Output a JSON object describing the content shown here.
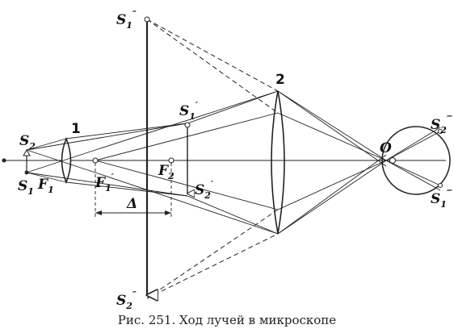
{
  "caption": "Рис. 251. Ход лучей в микроскопе",
  "labels": {
    "lens_1": "1",
    "lens_2": "2",
    "point_O": "O",
    "delta": "Δ",
    "S": "S",
    "F": "F",
    "sub_1": "1",
    "sub_2": "2",
    "prime": "′",
    "double_prime": "″",
    "triple_prime": "‴"
  }
}
